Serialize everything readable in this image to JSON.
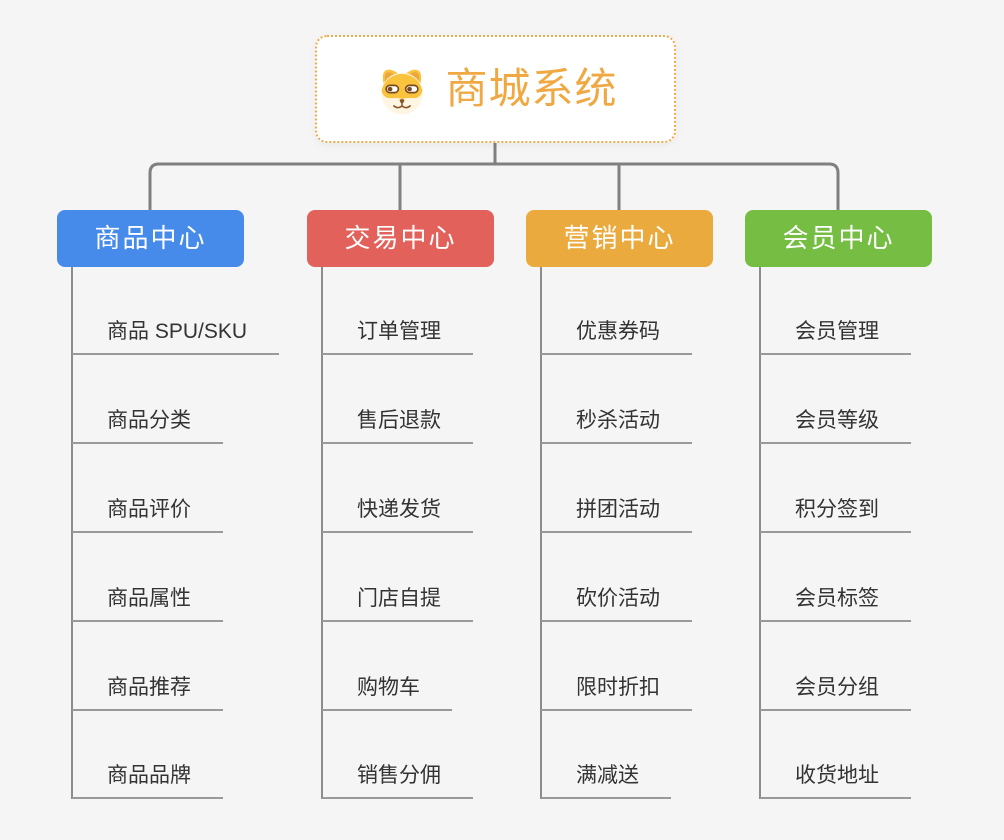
{
  "canvas": {
    "background_color": "#f5f5f5",
    "bus_line_color": "#808080",
    "trunk_line_color": "#8c8c8c",
    "underline_color": "#999999"
  },
  "root": {
    "title": "商城系统",
    "icon": "dog-face-icon",
    "text_color": "#f0a843",
    "border_color": "#f2a94c",
    "background": "#ffffff"
  },
  "branches": [
    {
      "label": "商品中心",
      "color": "#478bea",
      "items": [
        "商品 SPU/SKU",
        "商品分类",
        "商品评价",
        "商品属性",
        "商品推荐",
        "商品品牌"
      ]
    },
    {
      "label": "交易中心",
      "color": "#e2615a",
      "items": [
        "订单管理",
        "售后退款",
        "快递发货",
        "门店自提",
        "购物车",
        "销售分佣"
      ]
    },
    {
      "label": "营销中心",
      "color": "#ebaa3e",
      "items": [
        "优惠券码",
        "秒杀活动",
        "拼团活动",
        "砍价活动",
        "限时折扣",
        "满减送"
      ]
    },
    {
      "label": "会员中心",
      "color": "#76bd43",
      "items": [
        "会员管理",
        "会员等级",
        "积分签到",
        "会员标签",
        "会员分组",
        "收货地址"
      ]
    }
  ]
}
